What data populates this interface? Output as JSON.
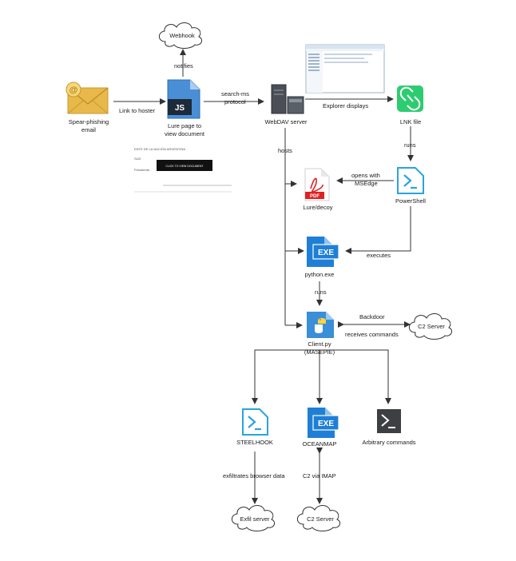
{
  "nodes": {
    "webhook": "Webhook",
    "spear_phishing": "Spear-phishing",
    "spear_phishing_2": "email",
    "lure_page": "Lure page to",
    "lure_page_2": "view document",
    "webdav": "WebDAV server",
    "lnk": "LNK file",
    "lure_decoy": "Lure/decoy",
    "powershell": "PowerShell",
    "python_exe": "python.exe",
    "client_py": "Client.py",
    "client_py_2": "(MASEPIE)",
    "c2_server_top": "C2 Server",
    "steelhook": "STEELHOOK",
    "oceanmap": "OCEANMAP",
    "arbitrary": "Arbitrary commands",
    "exfil_server": "Exfil server",
    "c2_server_bottom": "C2 Server"
  },
  "edges": {
    "notifies": "notifies",
    "link_to_hoster": "Link to hoster",
    "search_ms": "search-ms",
    "search_ms_2": "protocol",
    "explorer_displays": "Explorer displays",
    "runs_lnk": "runs",
    "hosts": "hosts",
    "opens_with": "opens with",
    "opens_with_2": "MSEdge",
    "executes": "executes",
    "runs_python": "runs",
    "backdoor": "Backdoor",
    "receives_commands": "receives commands",
    "exfiltrates": "exfiltrates browser data",
    "c2_via_imap": "C2 via IMAP"
  },
  "icons": {
    "js_badge": "JS",
    "pdf_badge": "PDF",
    "exe_badge": "EXE",
    "exe_badge_2": "EXE"
  },
  "lure_thumbnail": {
    "line1": "ENTE DE LA NACIÓN ARGENTINA",
    "line2": "SUD",
    "line3": "Presidente,",
    "button": "CLICK TO VIEW DOCUMENT"
  },
  "colors": {
    "accent_blue": "#1f7fd6",
    "lnk_green": "#2ecc71",
    "envelope_gold": "#e5b53e",
    "pdf_red": "#e02222"
  }
}
